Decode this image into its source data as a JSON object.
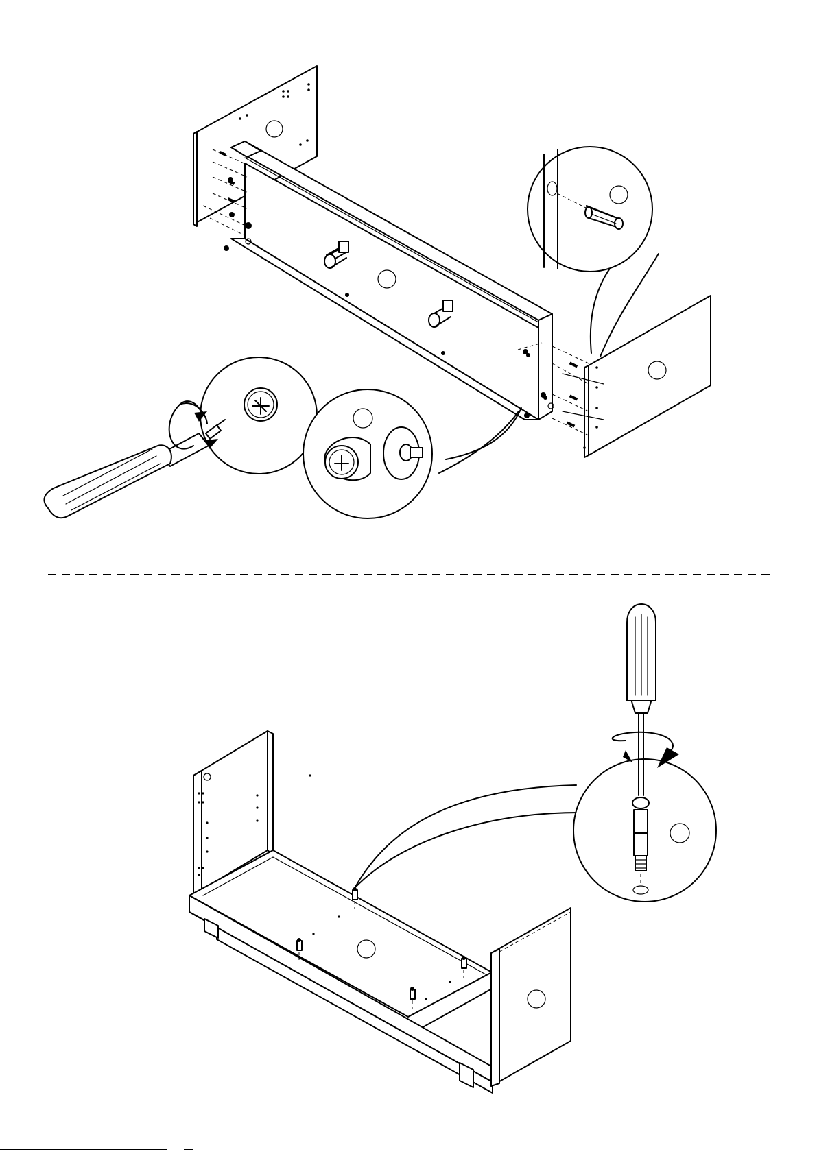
{
  "document": {
    "kind": "assembly-instruction-sheet",
    "steps": [
      {
        "position": "top",
        "callouts": [
          "wooden-dowel-detail",
          "cam-lock-detail",
          "screwdriver-turn-detail"
        ],
        "tool": "phillips-screwdriver"
      },
      {
        "position": "bottom",
        "callouts": [
          "cam-bolt-detail"
        ],
        "tool": "phillips-screwdriver"
      }
    ],
    "icons": {
      "rotate_arrow": "curved-arrow-icon",
      "screwdriver": "screwdriver-icon",
      "dowel": "dowel-icon",
      "cam_lock": "cam-lock-icon",
      "cam_bolt": "cam-bolt-icon"
    },
    "colors": {
      "ink": "#000000",
      "paper": "#ffffff"
    }
  }
}
